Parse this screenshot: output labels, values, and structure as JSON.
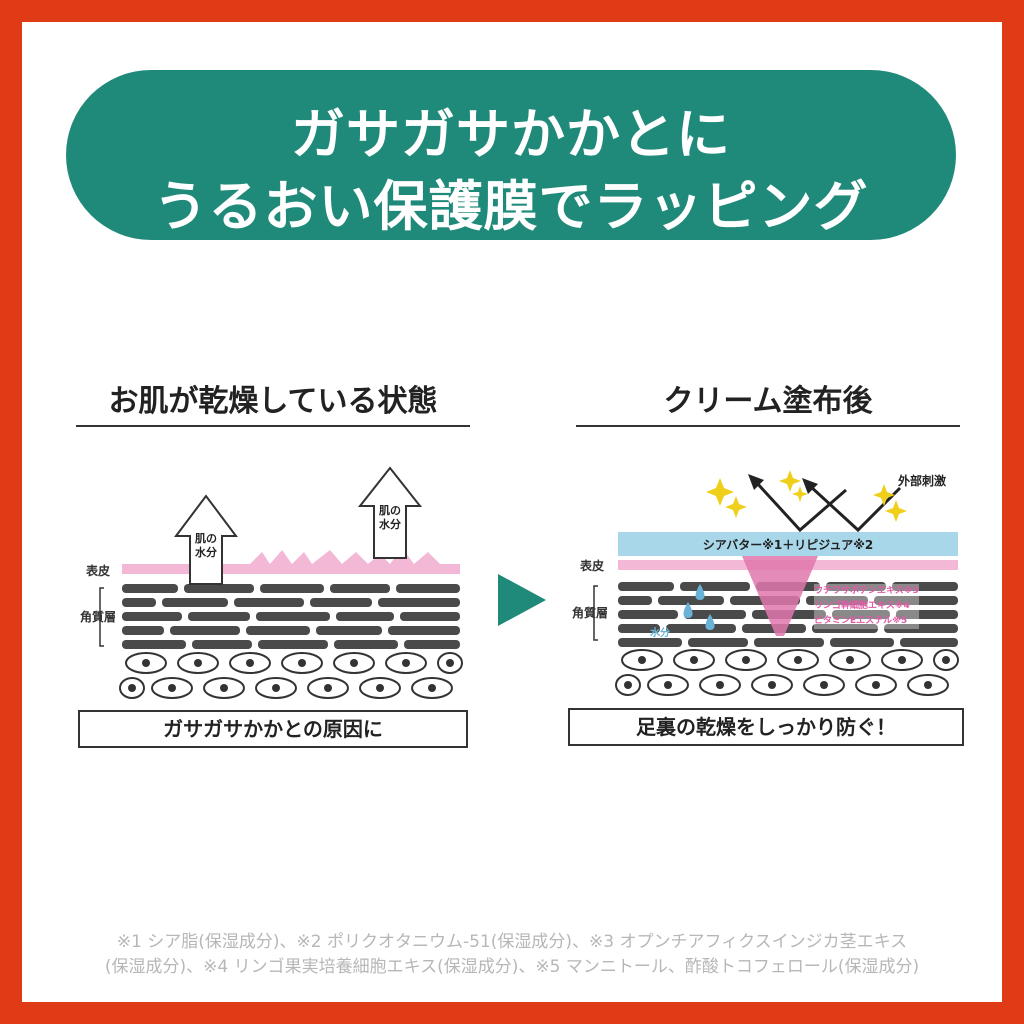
{
  "headline": {
    "line1": "ガサガサかかとに",
    "line2": "うるおい保護膜でラッピング"
  },
  "before": {
    "title": "お肌が乾燥している状態",
    "label_epidermis": "表皮",
    "label_stratum": "角質層",
    "arrow_text_1": "肌の",
    "arrow_text_2": "水分",
    "caption": "ガサガサかかとの原因に"
  },
  "after": {
    "title": "クリーム塗布後",
    "label_external": "外部刺激",
    "label_barrier": "シアバター※1＋リピジュア※2",
    "label_epidermis": "表皮",
    "label_stratum": "角質層",
    "label_water": "水分",
    "ingredient_1": "ウチワサボテンエキス※3",
    "ingredient_2": "リンゴ幹細胞エキス※4",
    "ingredient_3": "ビタミンEエステル※5",
    "caption": "足裏の乾燥をしっかり防ぐ！"
  },
  "footnote": {
    "line1": "※1 シア脂(保湿成分)、※2 ポリクオタニウム-51(保湿成分)、※3 オプンチアフィクスインジカ茎エキス",
    "line2": "(保湿成分)、※4 リンゴ果実培養細胞エキス(保湿成分)、※5 マンニトール、酢酸トコフェロール(保湿成分)"
  },
  "colors": {
    "frame": "#e03b17",
    "banner": "#1f8a7a",
    "skin_pink": "#f2b8d6",
    "barrier_blue": "#a9d7ea",
    "layer_gray": "#4a4a4a",
    "sparkle": "#f0cf1a",
    "ingredient_pink": "#e05aa6",
    "water_blue": "#6ab3d6"
  }
}
